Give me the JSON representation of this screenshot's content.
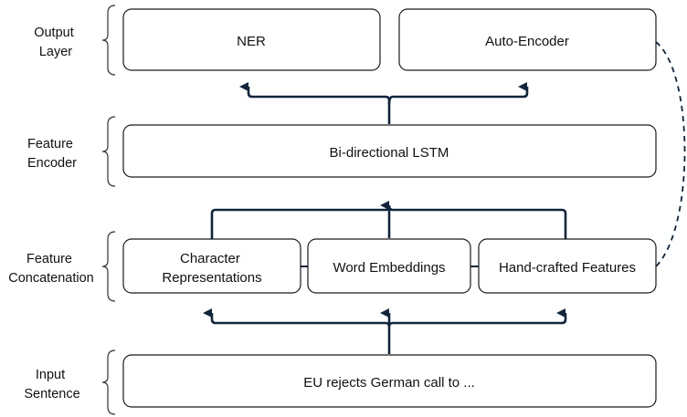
{
  "layers": [
    {
      "label_lines": [
        "Output",
        "Layer"
      ]
    },
    {
      "label_lines": [
        "Feature",
        "Encoder"
      ]
    },
    {
      "label_lines": [
        "Feature",
        "Concatenation"
      ]
    },
    {
      "label_lines": [
        "Input",
        "Sentence"
      ]
    }
  ],
  "boxes": {
    "ner": [
      "NER"
    ],
    "autoencoder": [
      "Auto-Encoder"
    ],
    "lstm": [
      "Bi-directional LSTM"
    ],
    "char": [
      "Character",
      "Representations"
    ],
    "word": [
      "Word Embeddings"
    ],
    "handcrafted": [
      "Hand-crafted Features"
    ],
    "input": [
      "EU rejects German call to ..."
    ]
  },
  "colors": {
    "arrow": "#10263d",
    "box_border": "#1a1a1a",
    "brace": "#333333",
    "text": "#111111"
  }
}
